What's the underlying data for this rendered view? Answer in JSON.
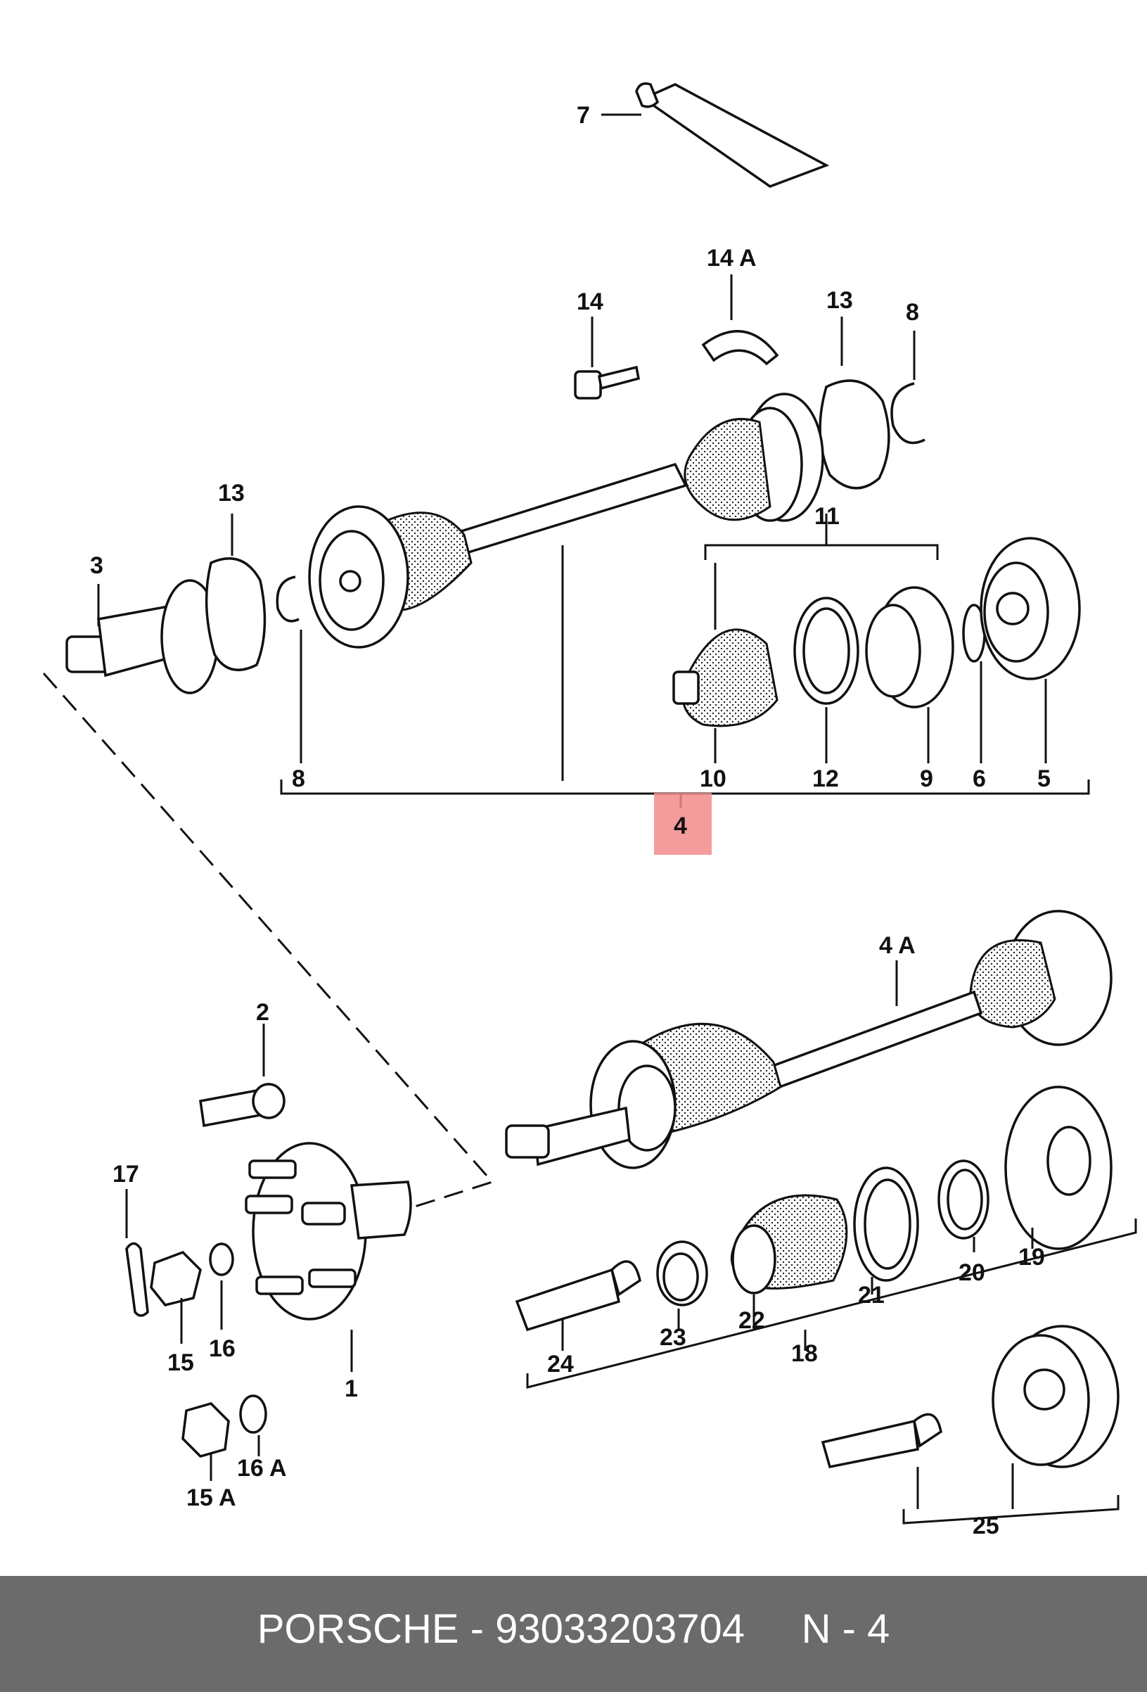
{
  "footer": {
    "brand": "PORSCHE",
    "separator": "-",
    "part_number": "93033203704",
    "page_ref": "N - 4"
  },
  "highlight_color": "#f28b8b",
  "callouts": {
    "c7": "7",
    "c14a": "14 A",
    "c14": "14",
    "c13_top": "13",
    "c8_top": "8",
    "c13_left": "13",
    "c3": "3",
    "c11": "11",
    "c8": "8",
    "c10": "10",
    "c12": "12",
    "c9": "9",
    "c6": "6",
    "c5": "5",
    "c4": "4",
    "c4a": "4 A",
    "c2": "2",
    "c17": "17",
    "c15": "15",
    "c16": "16",
    "c1": "1",
    "c15a": "15 A",
    "c16a": "16 A",
    "c24": "24",
    "c23": "23",
    "c22": "22",
    "c18": "18",
    "c21": "21",
    "c20": "20",
    "c19": "19",
    "c25": "25"
  }
}
